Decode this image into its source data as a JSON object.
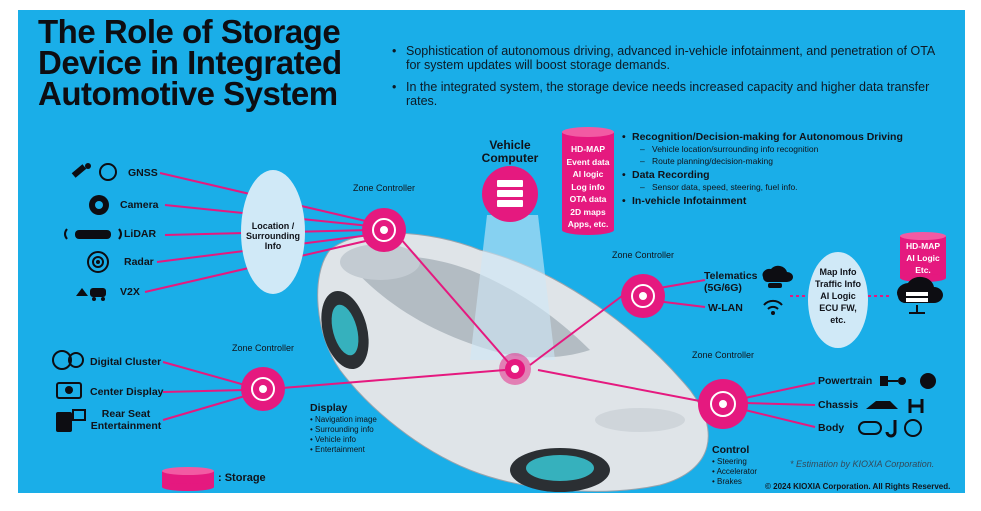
{
  "colors": {
    "background": "#1aaee8",
    "accent": "#e5197f",
    "storage": "#e5197f",
    "car": "#d7dde2",
    "bubble": "#cde6f5"
  },
  "title": [
    "The Role of Storage",
    "Device in Integrated",
    "Automotive System"
  ],
  "bullets": [
    "Sophistication of autonomous driving, advanced in-vehicle infotainment, and penetration of OTA for system updates will boost storage demands.",
    "In the integrated system, the storage device needs increased capacity and higher data transfer rates."
  ],
  "vehicle_computer": {
    "label": "Vehicle Computer",
    "storage_items": [
      "HD-MAP",
      "Event data",
      "AI logic",
      "Log info",
      "OTA data",
      "2D maps",
      "Apps, etc."
    ]
  },
  "applications": [
    {
      "heading": "Recognition/Decision-making for Autonomous Driving",
      "subs": [
        "Vehicle location/surrounding info recognition",
        "Route planning/decision-making"
      ]
    },
    {
      "heading": "Data Recording",
      "subs": [
        "Sensor data, speed, steering, fuel info."
      ]
    },
    {
      "heading": "In-vehicle Infotainment",
      "subs": []
    }
  ],
  "zone_label": "Zone Controller",
  "sensors": {
    "items": [
      {
        "label": "GNSS",
        "icon": "satellite-icon"
      },
      {
        "label": "Camera",
        "icon": "camera-icon"
      },
      {
        "label": "LiDAR",
        "icon": "lidar-icon"
      },
      {
        "label": "Radar",
        "icon": "radar-icon"
      },
      {
        "label": "V2X",
        "icon": "v2x-icon"
      }
    ],
    "bubble": "Location / Surrounding Info"
  },
  "comms": {
    "items": [
      {
        "label": "Telematics (5G/6G)",
        "icon": "cloud-car-icon"
      },
      {
        "label": "W-LAN",
        "icon": "wifi-icon"
      }
    ],
    "bubble": [
      "Map Info",
      "Traffic Info",
      "AI Logic",
      "ECU FW,",
      "etc."
    ],
    "cloud_storage": [
      "HD-MAP",
      "AI Logic",
      "Etc."
    ]
  },
  "display": {
    "items": [
      {
        "label": "Digital Cluster",
        "icon": "gauge-icon"
      },
      {
        "label": "Center Display",
        "icon": "monitor-icon"
      },
      {
        "label": "Rear Seat Entertainment",
        "icon": "rear-seat-icon"
      }
    ],
    "heading": "Display",
    "subs": [
      "Navigation image",
      "Surrounding info",
      "Vehicle info",
      "Entertainment"
    ]
  },
  "control": {
    "items": [
      {
        "label": "Powertrain",
        "icon": "powertrain-icon"
      },
      {
        "label": "Chassis",
        "icon": "chassis-icon"
      },
      {
        "label": "Body",
        "icon": "body-icon"
      }
    ],
    "heading": "Control",
    "subs": [
      "Steering",
      "Accelerator",
      "Brakes"
    ]
  },
  "legend": {
    "label": ": Storage"
  },
  "footnote": "* Estimation by KIOXIA Corporation.",
  "copyright": "© 2024 KIOXIA Corporation. All Rights Reserved."
}
